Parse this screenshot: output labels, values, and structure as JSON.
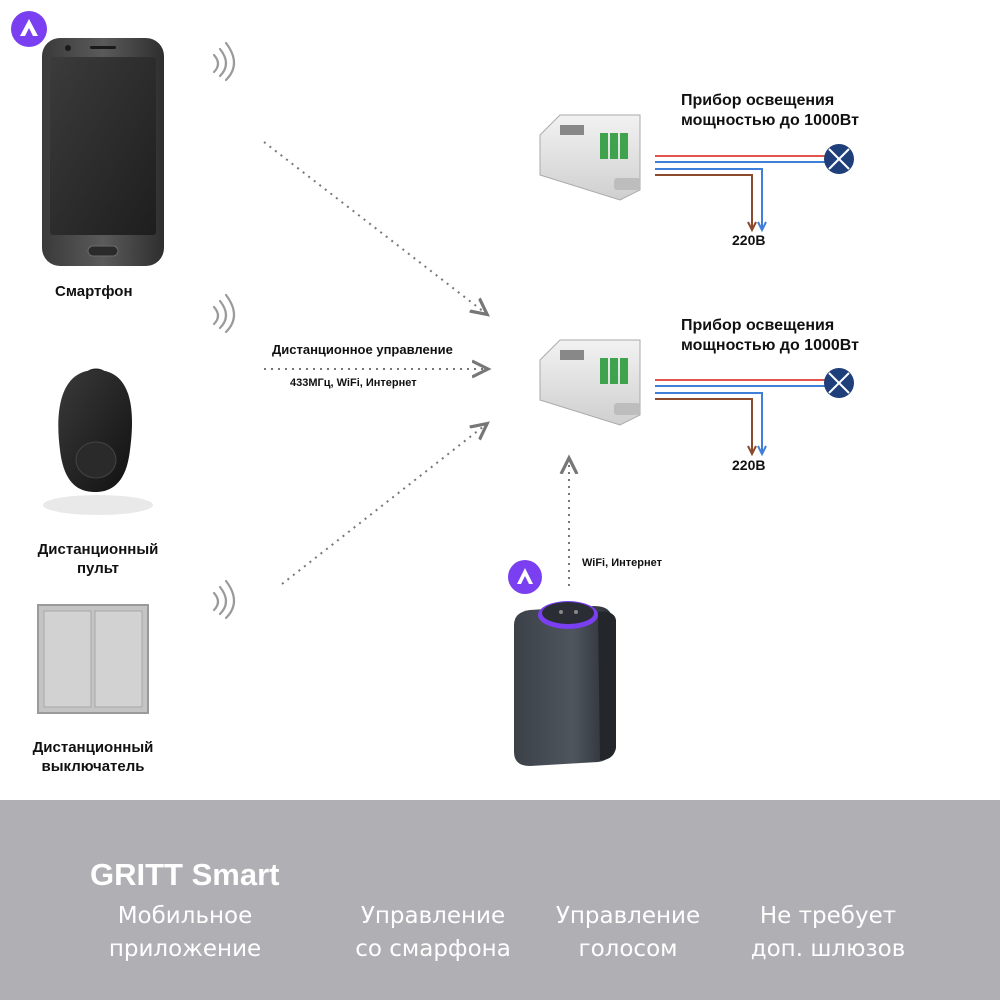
{
  "devices": {
    "smartphone": "Смартфон",
    "remote_line1": "Дистанционный",
    "remote_line2": "пульт",
    "switch_line1": "Дистанционный",
    "switch_line2": "выключатель"
  },
  "control": {
    "label": "Дистанционное управление",
    "protocols": "433МГц, WiFi, Интернет"
  },
  "speaker_link": "WiFi, Интернет",
  "loads": [
    {
      "line1": "Прибор освещения",
      "line2": "мощностью до 1000Вт",
      "voltage": "220В"
    },
    {
      "line1": "Прибор освещения",
      "line2": "мощностью до 1000Вт",
      "voltage": "220В"
    }
  ],
  "footer": {
    "brand": "GRITT Smart",
    "features": [
      {
        "line1": "Мобильное",
        "line2": "приложение"
      },
      {
        "line1": "Управление",
        "line2": "со смарфона",
        "icon": "smartphone-icon"
      },
      {
        "line1": "Управление",
        "line2": "голосом",
        "icon": "microphone-icon"
      },
      {
        "line1": "Не требует",
        "line2": "доп. шлюзов",
        "icon": "wallet-icon"
      }
    ]
  },
  "colors": {
    "alice": "#7a3ff0",
    "wire_red": "#e0524a",
    "wire_blue": "#3f7fd8",
    "wire_brown": "#8b4a2b",
    "lamp": "#1f3f7a",
    "footer_bg": "#b0afb4"
  }
}
